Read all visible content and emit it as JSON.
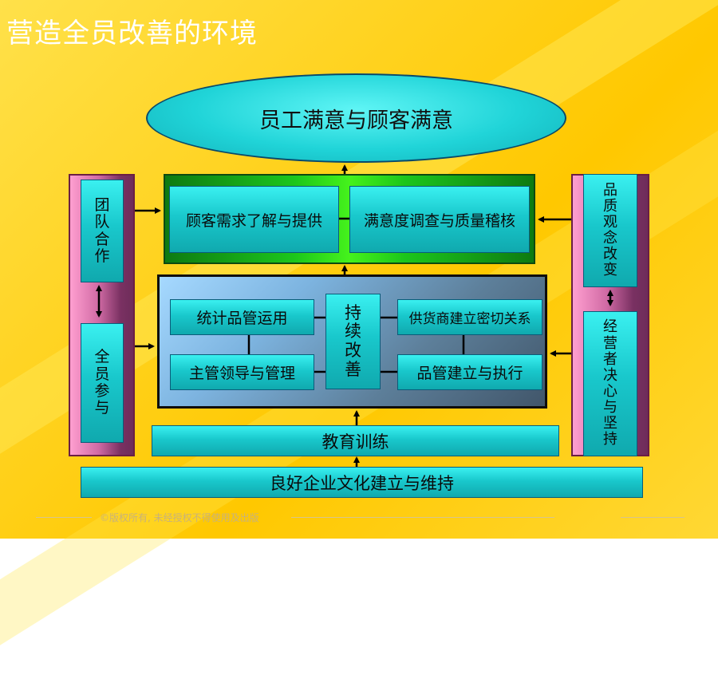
{
  "title": "营造全员改善的环境",
  "goal": "员工满意与顾客满意",
  "green_row": [
    "顾客需求了解与提供",
    "满意度调查与质量稽核"
  ],
  "left_column": [
    "团队合作",
    "全员参与"
  ],
  "right_column": [
    "品质观念改变",
    "经营者决心与坚持"
  ],
  "center": {
    "left": [
      "统计品管运用",
      "主管领导与管理"
    ],
    "middle": "持续改善",
    "right": [
      "供货商建立密切关系",
      "品管建立与执行"
    ]
  },
  "base": [
    "教育训练",
    "良好企业文化建立与维持"
  ],
  "footer": "©版权所有, 未经授权不得使用及出版",
  "colors": {
    "background": "#ffd21e",
    "box_teal": "#19c8cc",
    "green_panel": "#1cc61c",
    "side_panel": "#d06aa4",
    "center_panel": "#7db4e0"
  }
}
